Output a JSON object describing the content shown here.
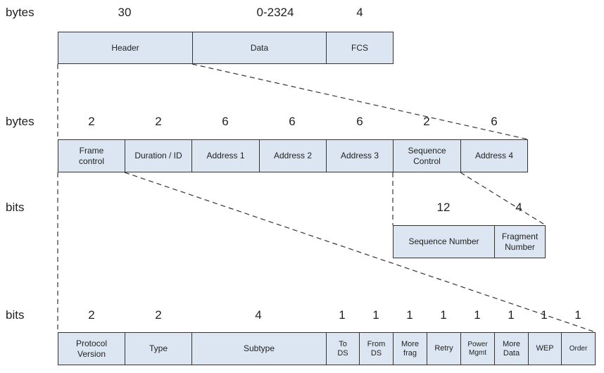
{
  "rows": [
    {
      "label": "bytes",
      "sizes": [
        "30",
        "0-2324",
        "4"
      ],
      "fields": [
        "Header",
        "Data",
        "FCS"
      ]
    },
    {
      "label": "bytes",
      "sizes": [
        "2",
        "2",
        "6",
        "6",
        "6",
        "2",
        "6"
      ],
      "fields": [
        "Frame\ncontrol",
        "Duration / ID",
        "Address 1",
        "Address 2",
        "Address 3",
        "Sequence\nControl",
        "Address 4"
      ]
    },
    {
      "label": "bits",
      "sizes": [
        "12",
        "4"
      ],
      "fields": [
        "Sequence Number",
        "Fragment\nNumber"
      ]
    },
    {
      "label": "bits",
      "sizes": [
        "2",
        "2",
        "4",
        "1",
        "1",
        "1",
        "1",
        "1",
        "1",
        "1",
        "1"
      ],
      "fields": [
        "Protocol\nVersion",
        "Type",
        "Subtype",
        "To\nDS",
        "From\nDS",
        "More\nfrag",
        "Retry",
        "Power\nMgmt",
        "More\nData",
        "WEP",
        "Order"
      ]
    }
  ],
  "colors": {
    "field_fill": "#dce6f2",
    "border": "#333333"
  }
}
